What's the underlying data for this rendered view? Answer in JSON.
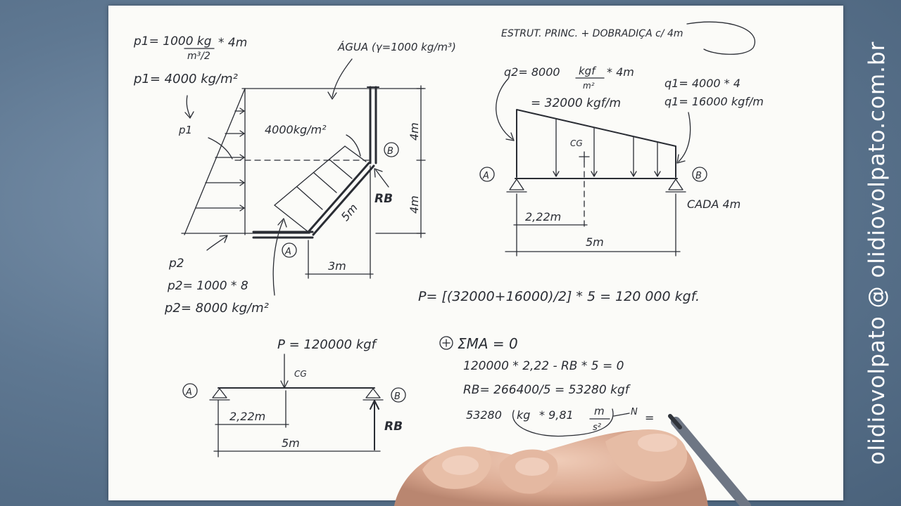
{
  "watermark": "olidiovolpato @ olidiovolpato.com.br",
  "colors": {
    "ink": "#2a2d34",
    "paper": "#fbfbf8",
    "background": "#5d7894",
    "skin": "#e2b7a0"
  },
  "diagram1": {
    "p1_formula_a": "p1= 1000 kg",
    "p1_formula_den": "m³/2",
    "p1_formula_b": "* 4m",
    "p1_value": "p1= 4000 kg/m²",
    "p1_label": "p1",
    "water_label": "ÁGUA (γ=1000 kg/m³)",
    "pressure_label": "4000kg/m²",
    "node_b": "B",
    "node_a": "A",
    "height_top": "4m",
    "height_bottom": "4m",
    "inclined_length": "5m",
    "rb_label": "RB",
    "horizontal_length": "3m",
    "p2_label": "p2",
    "p2_formula": "p2= 1000 * 8",
    "p2_value": "p2= 8000 kg/m²"
  },
  "diagram2": {
    "title": "ESTRUT. PRINC. + DOBRADIÇA c/ 4m",
    "q2_formula_a": "q2= 8000",
    "q2_unit_num": "kgf",
    "q2_unit_den": "m²",
    "q2_formula_b": "* 4m",
    "q2_value": "= 32000 kgf/m",
    "q1_formula": "q1= 4000 * 4",
    "q1_value": "q1= 16000 kgf/m",
    "cg_label": "CG",
    "node_a": "A",
    "node_b": "B",
    "each_label": "CADA 4m",
    "dist_cg": "2,22m",
    "span": "5m"
  },
  "resultant": "P= [(32000+16000)/2] * 5 = 120 000 kgf.",
  "diagram3": {
    "load_label": "P = 120000 kgf",
    "cg_label": "CG",
    "node_a": "A",
    "node_b": "B",
    "rb_label": "RB",
    "dist_cg": "2,22m",
    "span": "5m"
  },
  "equations": {
    "moment_sum": "ΣMA = 0",
    "eq1": "120000 * 2,22 - RB * 5 = 0",
    "eq2": "RB= 266400/5 = 53280 kgf",
    "eq3_a": "53280",
    "eq3_kg": "kg",
    "eq3_b": "* 9,81",
    "eq3_m": "m",
    "eq3_s2": "s²",
    "eq3_n": "N",
    "eq3_c": "= "
  }
}
